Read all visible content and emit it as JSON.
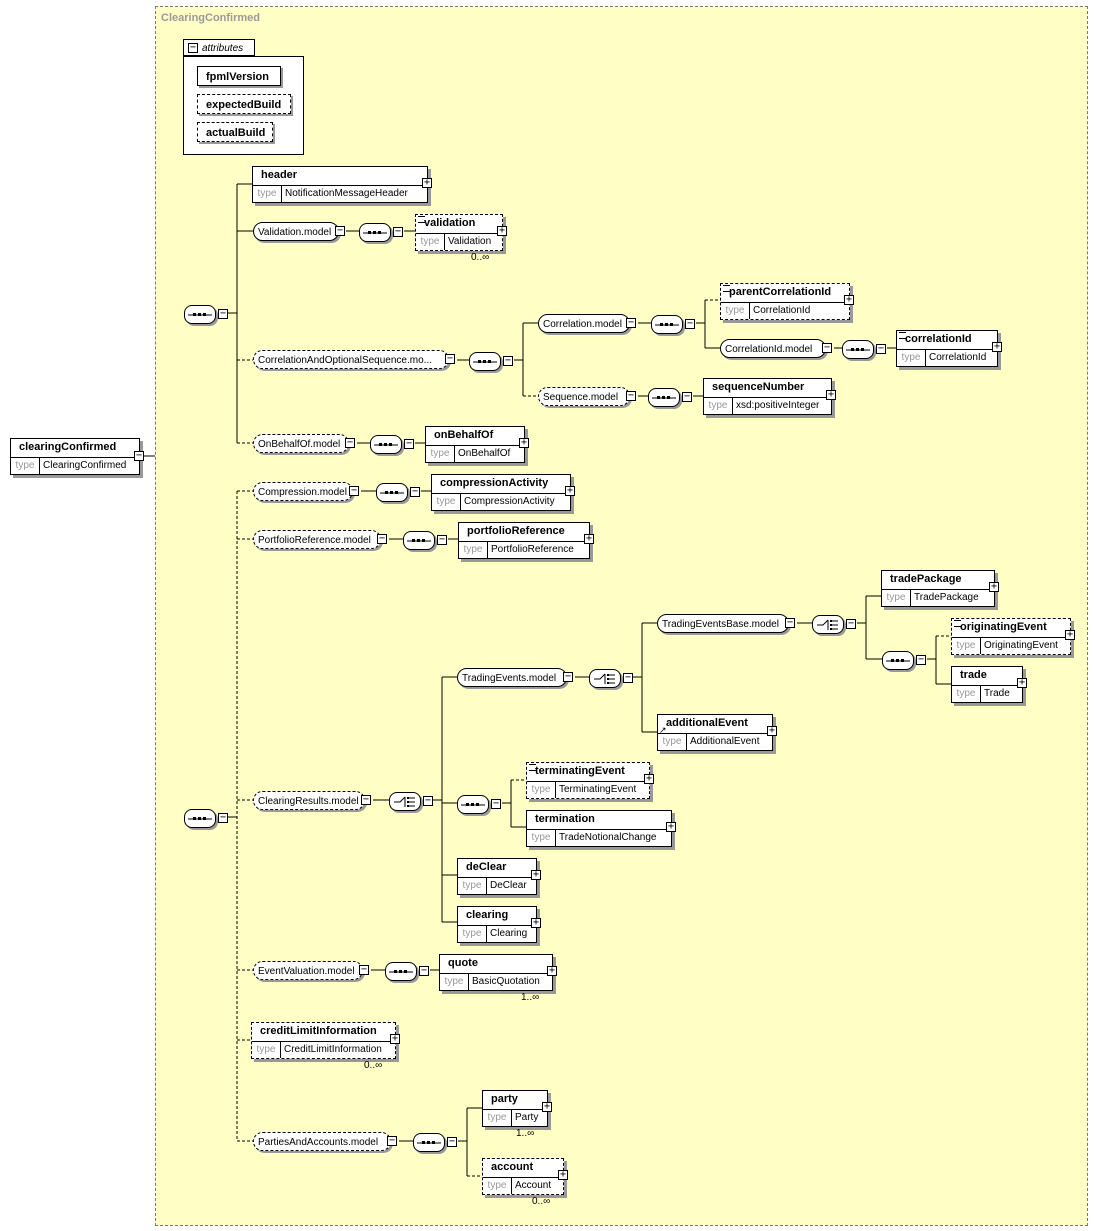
{
  "root": {
    "name": "clearingConfirmed",
    "type_key": "type",
    "type": "ClearingConfirmed"
  },
  "complex_type": {
    "name": "ClearingConfirmed"
  },
  "attributes": {
    "label": "attributes",
    "items": [
      {
        "name": "fpmlVersion",
        "optional": false
      },
      {
        "name": "expectedBuild",
        "optional": true
      },
      {
        "name": "actualBuild",
        "optional": true
      }
    ]
  },
  "elements": {
    "header": {
      "name": "header",
      "type": "NotificationMessageHeader"
    },
    "validation": {
      "name": "validation",
      "type": "Validation",
      "occurs": "0..∞"
    },
    "parentCorrelationId": {
      "name": "parentCorrelationId",
      "type": "CorrelationId"
    },
    "correlationId": {
      "name": "correlationId",
      "type": "CorrelationId"
    },
    "sequenceNumber": {
      "name": "sequenceNumber",
      "type": "xsd:positiveInteger"
    },
    "onBehalfOf": {
      "name": "onBehalfOf",
      "type": "OnBehalfOf"
    },
    "compressionActivity": {
      "name": "compressionActivity",
      "type": "CompressionActivity"
    },
    "portfolioReference": {
      "name": "portfolioReference",
      "type": "PortfolioReference"
    },
    "tradePackage": {
      "name": "tradePackage",
      "type": "TradePackage"
    },
    "originatingEvent": {
      "name": "originatingEvent",
      "type": "OriginatingEvent"
    },
    "trade": {
      "name": "trade",
      "type": "Trade"
    },
    "additionalEvent": {
      "name": "additionalEvent",
      "type": "AdditionalEvent"
    },
    "terminatingEvent": {
      "name": "terminatingEvent",
      "type": "TerminatingEvent"
    },
    "termination": {
      "name": "termination",
      "type": "TradeNotionalChange"
    },
    "deClear": {
      "name": "deClear",
      "type": "DeClear"
    },
    "clearing": {
      "name": "clearing",
      "type": "Clearing"
    },
    "quote": {
      "name": "quote",
      "type": "BasicQuotation",
      "occurs": "1..∞"
    },
    "creditLimitInformation": {
      "name": "creditLimitInformation",
      "type": "CreditLimitInformation",
      "occurs": "0..∞"
    },
    "party": {
      "name": "party",
      "type": "Party",
      "occurs": "1..∞"
    },
    "account": {
      "name": "account",
      "type": "Account",
      "occurs": "0..∞"
    }
  },
  "groups": {
    "validation_model": "Validation.model",
    "correlation_seq_model": "CorrelationAndOptionalSequence.mo...",
    "correlation_model": "Correlation.model",
    "correlationid_model": "CorrelationId.model",
    "sequence_model": "Sequence.model",
    "onbehalfof_model": "OnBehalfOf.model",
    "compression_model": "Compression.model",
    "portfolioreference_model": "PortfolioReference.model",
    "tradingeventsbase_model": "TradingEvents​Base.model",
    "tradingevents_model": "TradingEvents.model",
    "clearingresults_model": "ClearingResults.model",
    "eventvaluation_model": "EventValuation.model",
    "partiesandaccounts_model": "PartiesAndAccounts.model"
  },
  "labels": {
    "type_key": "type"
  }
}
